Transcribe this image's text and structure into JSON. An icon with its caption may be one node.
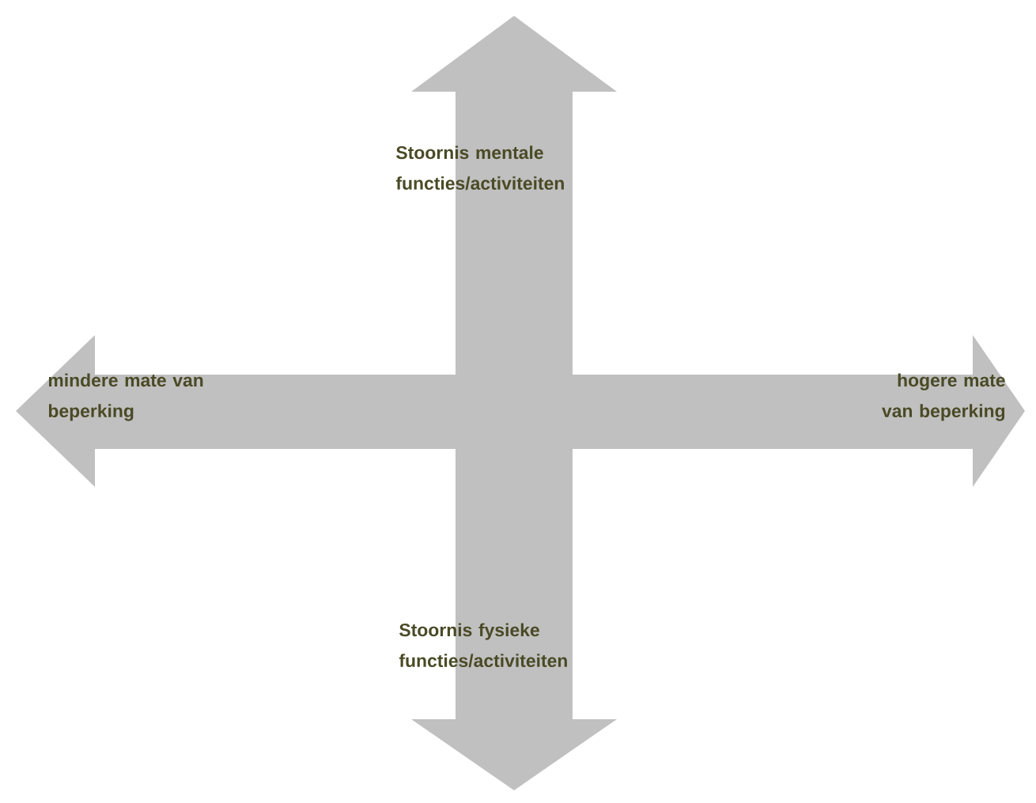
{
  "diagram": {
    "labels": [
      "Stoornis mentale functies/activiteiten",
      "mindere mate van beperking",
      "hogere mate van beperking",
      "Stoornis fysieke functies/activiteiten"
    ]
  }
}
